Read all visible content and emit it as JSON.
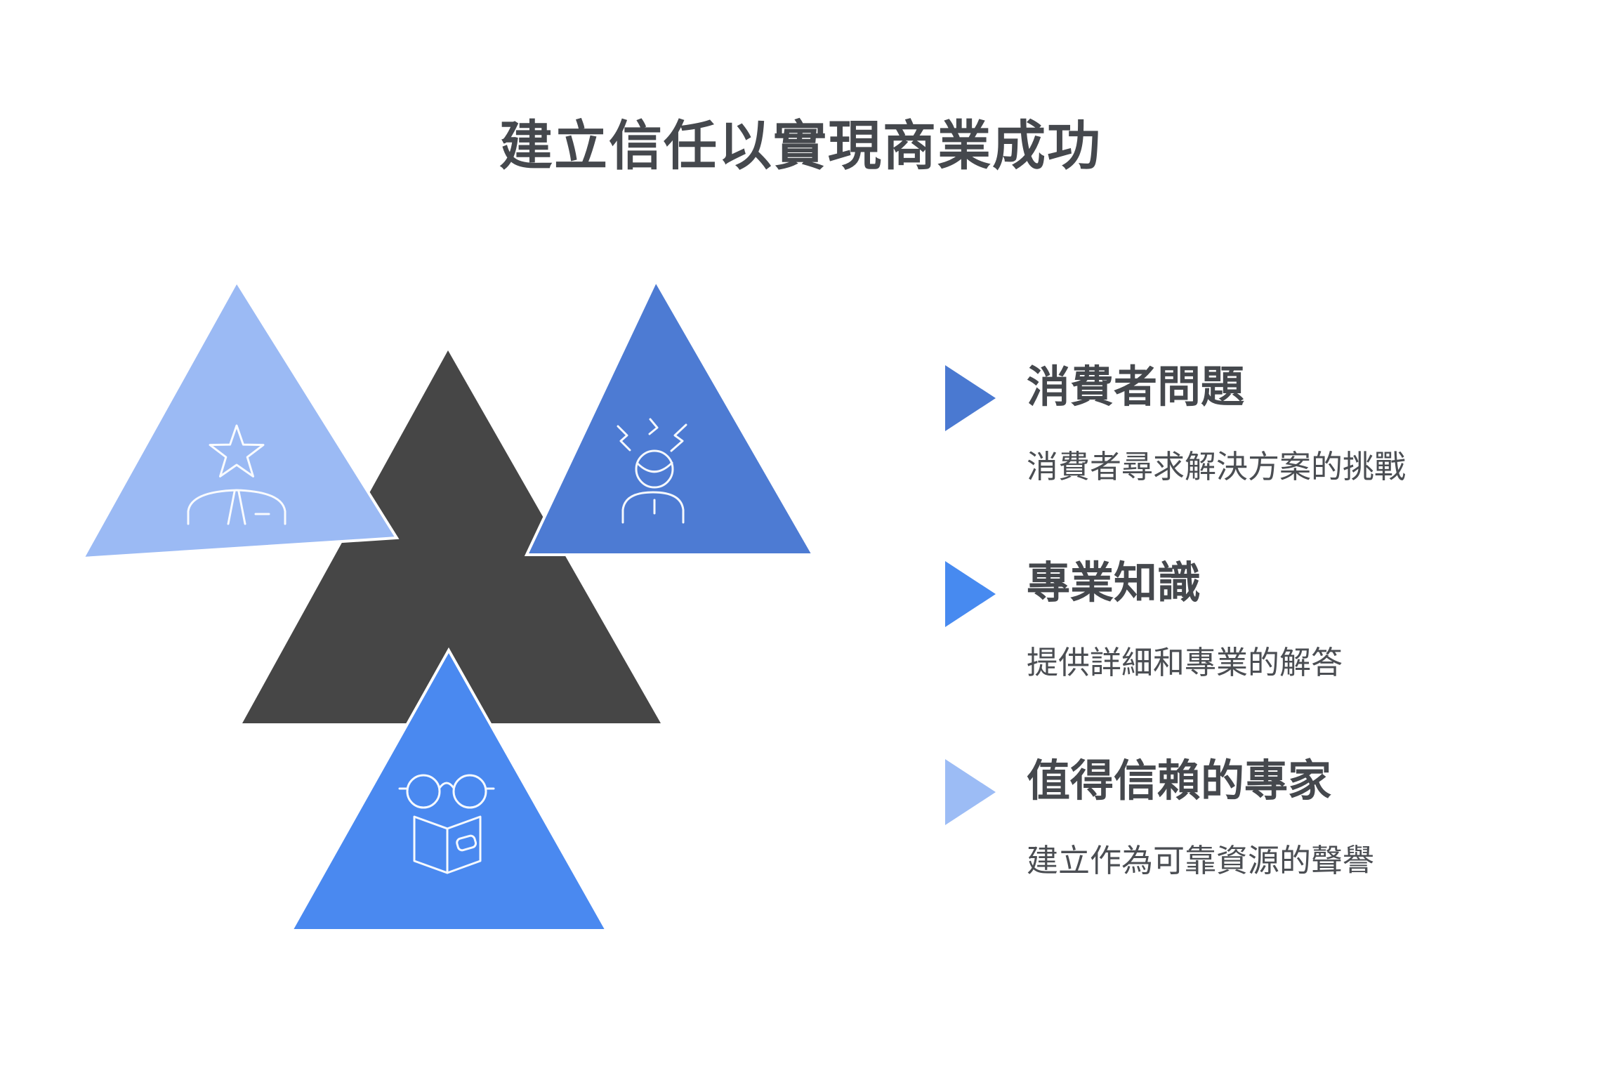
{
  "title": "建立信任以實現商業成功",
  "diagram": {
    "triangles": [
      {
        "name": "expert-triangle",
        "color": "#9bbaf4",
        "icon": "award-person-icon"
      },
      {
        "name": "center-triangle",
        "color": "#464646",
        "icon": ""
      },
      {
        "name": "consumer-triangle",
        "color": "#4d7bd3",
        "icon": "stressed-person-icon"
      },
      {
        "name": "knowledge-triangle",
        "color": "#4a89f0",
        "icon": "glasses-book-icon"
      }
    ]
  },
  "list": {
    "items": [
      {
        "heading": "消費者問題",
        "description": "消費者尋求解決方案的挑戰",
        "bullet_color": "#4a79d1"
      },
      {
        "heading": "專業知識",
        "description": "提供詳細和專業的解答",
        "bullet_color": "#478af0"
      },
      {
        "heading": "值得信賴的專家",
        "description": "建立作為可靠資源的聲譽",
        "bullet_color": "#9cbcf5"
      }
    ]
  },
  "colors": {
    "background": "#ffffff",
    "title_text": "#45484d",
    "heading_text": "#45484d",
    "description_text": "#4b4e53",
    "icon_stroke": "#ffffff",
    "triangle_border": "#ffffff"
  }
}
